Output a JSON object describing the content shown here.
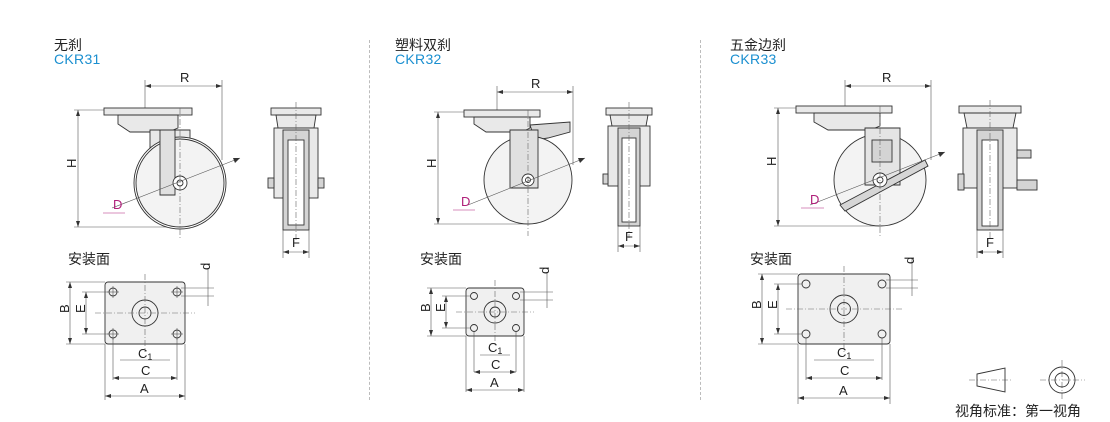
{
  "casters": [
    {
      "name_cn": "无刹",
      "code": "CKR31",
      "mount_label": "安装面"
    },
    {
      "name_cn": "塑料双刹",
      "code": "CKR32",
      "mount_label": "安装面"
    },
    {
      "name_cn": "五金边刹",
      "code": "CKR33",
      "mount_label": "安装面"
    }
  ],
  "dims": {
    "R": "R",
    "H": "H",
    "D": "D",
    "F": "F",
    "d": "d",
    "B": "B",
    "E": "E",
    "C1": "C",
    "C1_sub": "1",
    "C": "C",
    "A": "A"
  },
  "view_standard": "视角标准：第一视角",
  "colors": {
    "code_blue": "#1a8fd0",
    "D_magenta": "#b0207a"
  }
}
